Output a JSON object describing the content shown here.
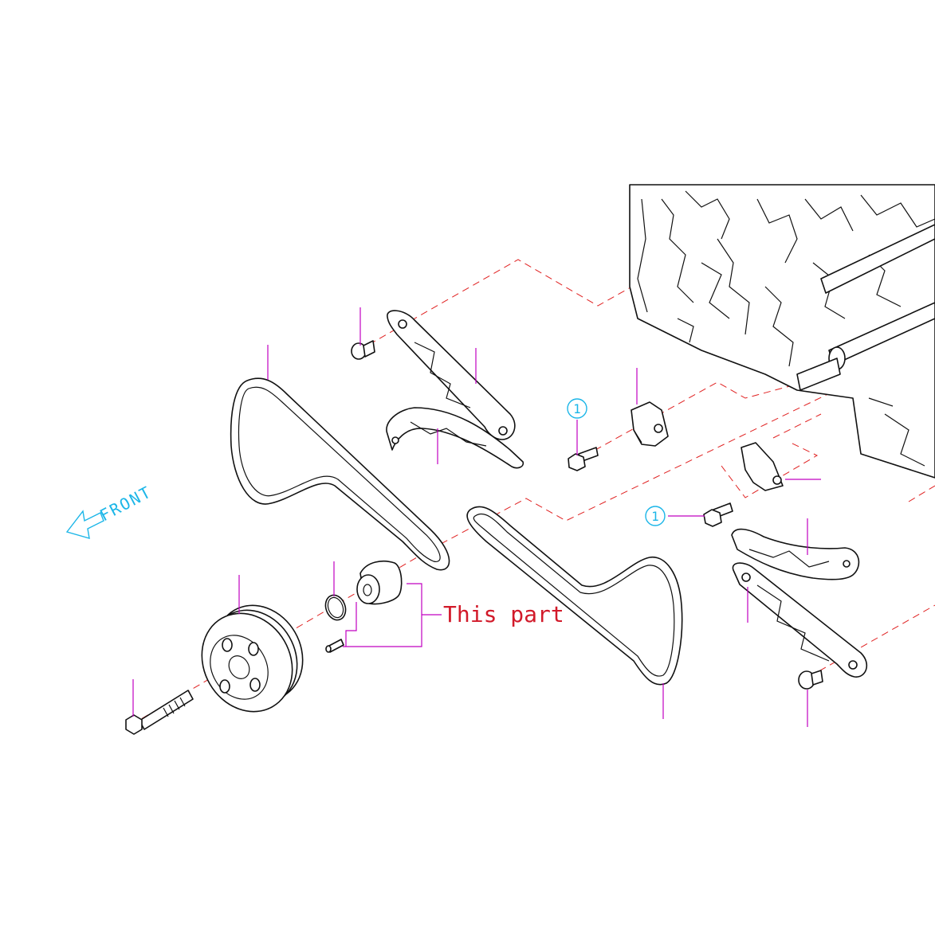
{
  "labels": {
    "callout": "This part",
    "front": "FRONT",
    "ref_1": "1",
    "ref_2": "1"
  },
  "colors": {
    "callout_text": "#d21a2a",
    "leader": "#c000c0",
    "centerline": "#e02020",
    "reference": "#1cb6e8",
    "outline": "#111111"
  },
  "icons": {
    "front": "front-arrow-icon"
  }
}
